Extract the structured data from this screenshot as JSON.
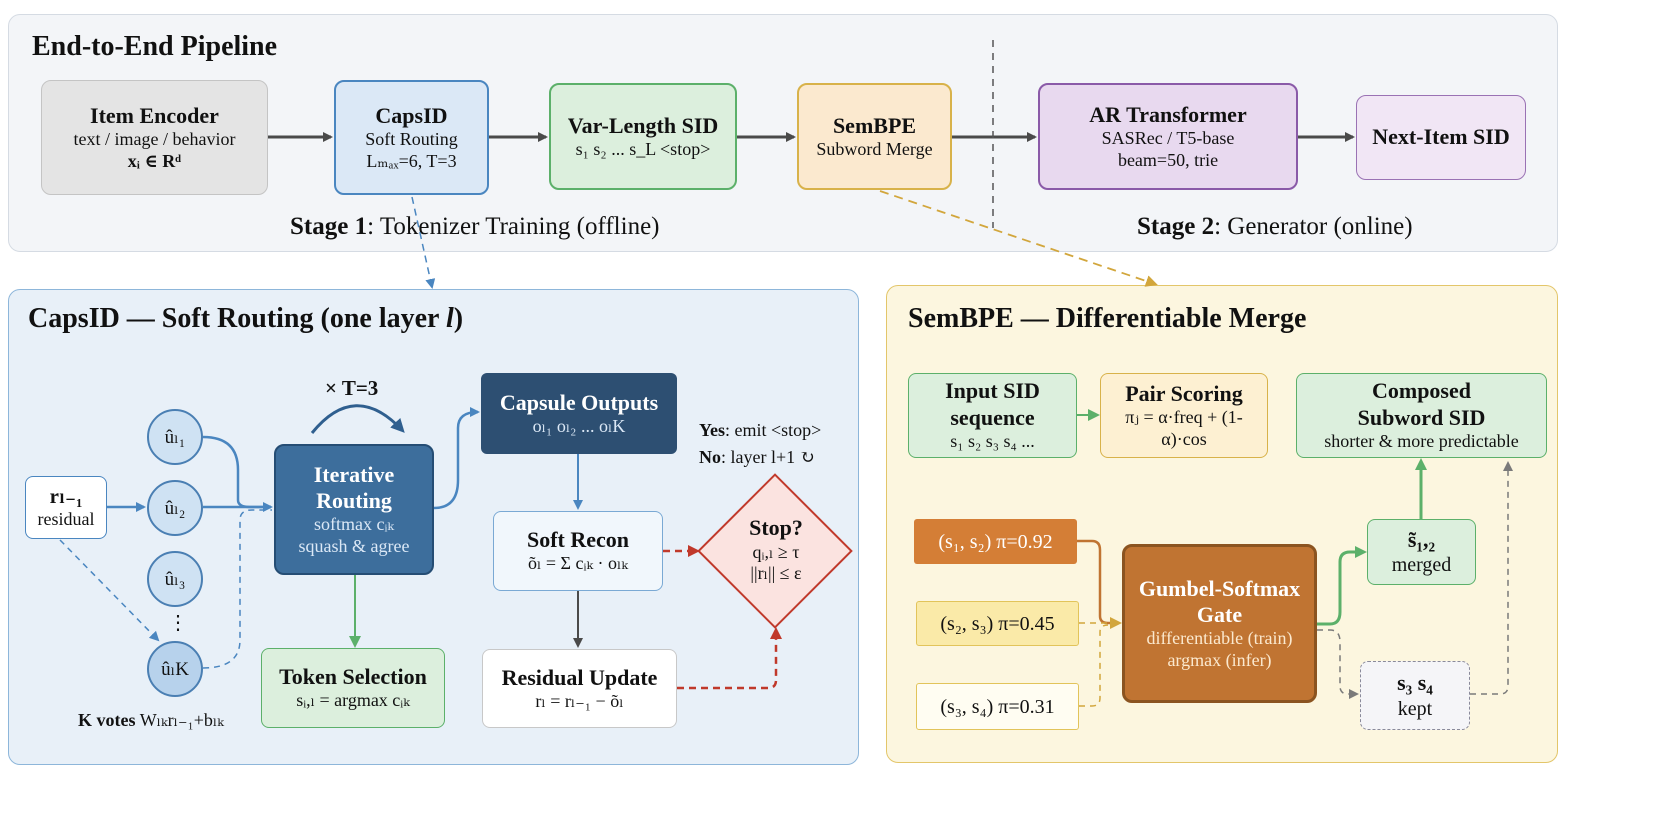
{
  "pipeline": {
    "title": "End-to-End Pipeline",
    "item_encoder": {
      "title": "Item Encoder",
      "line1": "text / image / behavior",
      "formula": "xᵢ ∈ Rᵈ"
    },
    "capsid": {
      "title": "CapsID",
      "line1": "Soft Routing",
      "line2": "Lₘₐₓ=6, T=3"
    },
    "varlen": {
      "title": "Var-Length SID",
      "line1": "s₁ s₂ ... s_L <stop>"
    },
    "sembpe": {
      "title": "SemBPE",
      "line1": "Subword Merge"
    },
    "ar": {
      "title": "AR Transformer",
      "line1": "SASRec / T5-base",
      "line2": "beam=50, trie"
    },
    "next": {
      "title": "Next-Item SID"
    },
    "stage1_bold": "Stage 1",
    "stage1_rest": ": Tokenizer Training (offline)",
    "stage2_bold": "Stage 2",
    "stage2_rest": ": Generator (online)"
  },
  "capsid_panel": {
    "title_main": "CapsID — Soft Routing (one layer ",
    "title_italic": "l",
    "title_end": ")",
    "residual": {
      "title": "rₗ₋₁",
      "line1": "residual"
    },
    "u1": "ûₗ₁",
    "u2": "ûₗ₂",
    "u3": "ûₗ₃",
    "uk": "ûₗK",
    "dots": "⋮",
    "k_votes_bold": "K votes",
    "k_votes_rest": "Wₗₖrₗ₋₁+bₗₖ",
    "times_t": "× T=3",
    "routing": {
      "title1": "Iterative",
      "title2": "Routing",
      "line1": "softmax cᵢₖ",
      "line2": "squash & agree"
    },
    "capsule_out": {
      "title": "Capsule Outputs",
      "line1": "oₗ₁ oₗ₂ ... oₗK"
    },
    "soft_recon": {
      "title": "Soft Recon",
      "line1": "õₗ = Σ cᵢₖ · oₗₖ"
    },
    "stop": {
      "title": "Stop?",
      "line1": "qᵢ,ₗ ≥ τ",
      "line2": "||rₗ|| ≤ ε"
    },
    "yes_bold": "Yes",
    "yes_rest": ": emit <stop>",
    "no_bold": "No",
    "no_rest": ": layer l+1 ↻",
    "token_sel": {
      "title": "Token Selection",
      "line1": "sᵢ,ₗ = argmax cᵢₖ"
    },
    "residual_update": {
      "title": "Residual Update",
      "line1": "rₗ = rₗ₋₁ − õₗ"
    }
  },
  "sembpe_panel": {
    "title": "SemBPE — Differentiable Merge",
    "input": {
      "title1": "Input SID",
      "title2": "sequence",
      "line1": "s₁ s₂ s₃ s₄ ..."
    },
    "pair": {
      "title": "Pair Scoring",
      "line1": "πⱼ = α·freq + (1-",
      "line2": "α)·cos"
    },
    "composed": {
      "title1": "Composed",
      "title2": "Subword SID",
      "line1": "shorter & more predictable"
    },
    "pair1": "(s₁, s₂) π=0.92",
    "pair2": "(s₂, s₃) π=0.45",
    "pair3": "(s₃, s₄) π=0.31",
    "gate": {
      "title1": "Gumbel-Softmax",
      "title2": "Gate",
      "line1": "differentiable (train)",
      "line2": "argmax (infer)"
    },
    "merged": {
      "title": "s̃₁,₂",
      "line1": "merged"
    },
    "kept": {
      "title": "s₃ s₄",
      "line1": "kept"
    }
  },
  "colors": {
    "blue": "#4a86c0",
    "dark_blue": "#2f5f8f",
    "navy": "#2d4f72",
    "green": "#5cb06a",
    "yellow": "#d8b24a",
    "purple": "#8a5aa8",
    "orange": "#c87a32",
    "red": "#c0392b"
  }
}
